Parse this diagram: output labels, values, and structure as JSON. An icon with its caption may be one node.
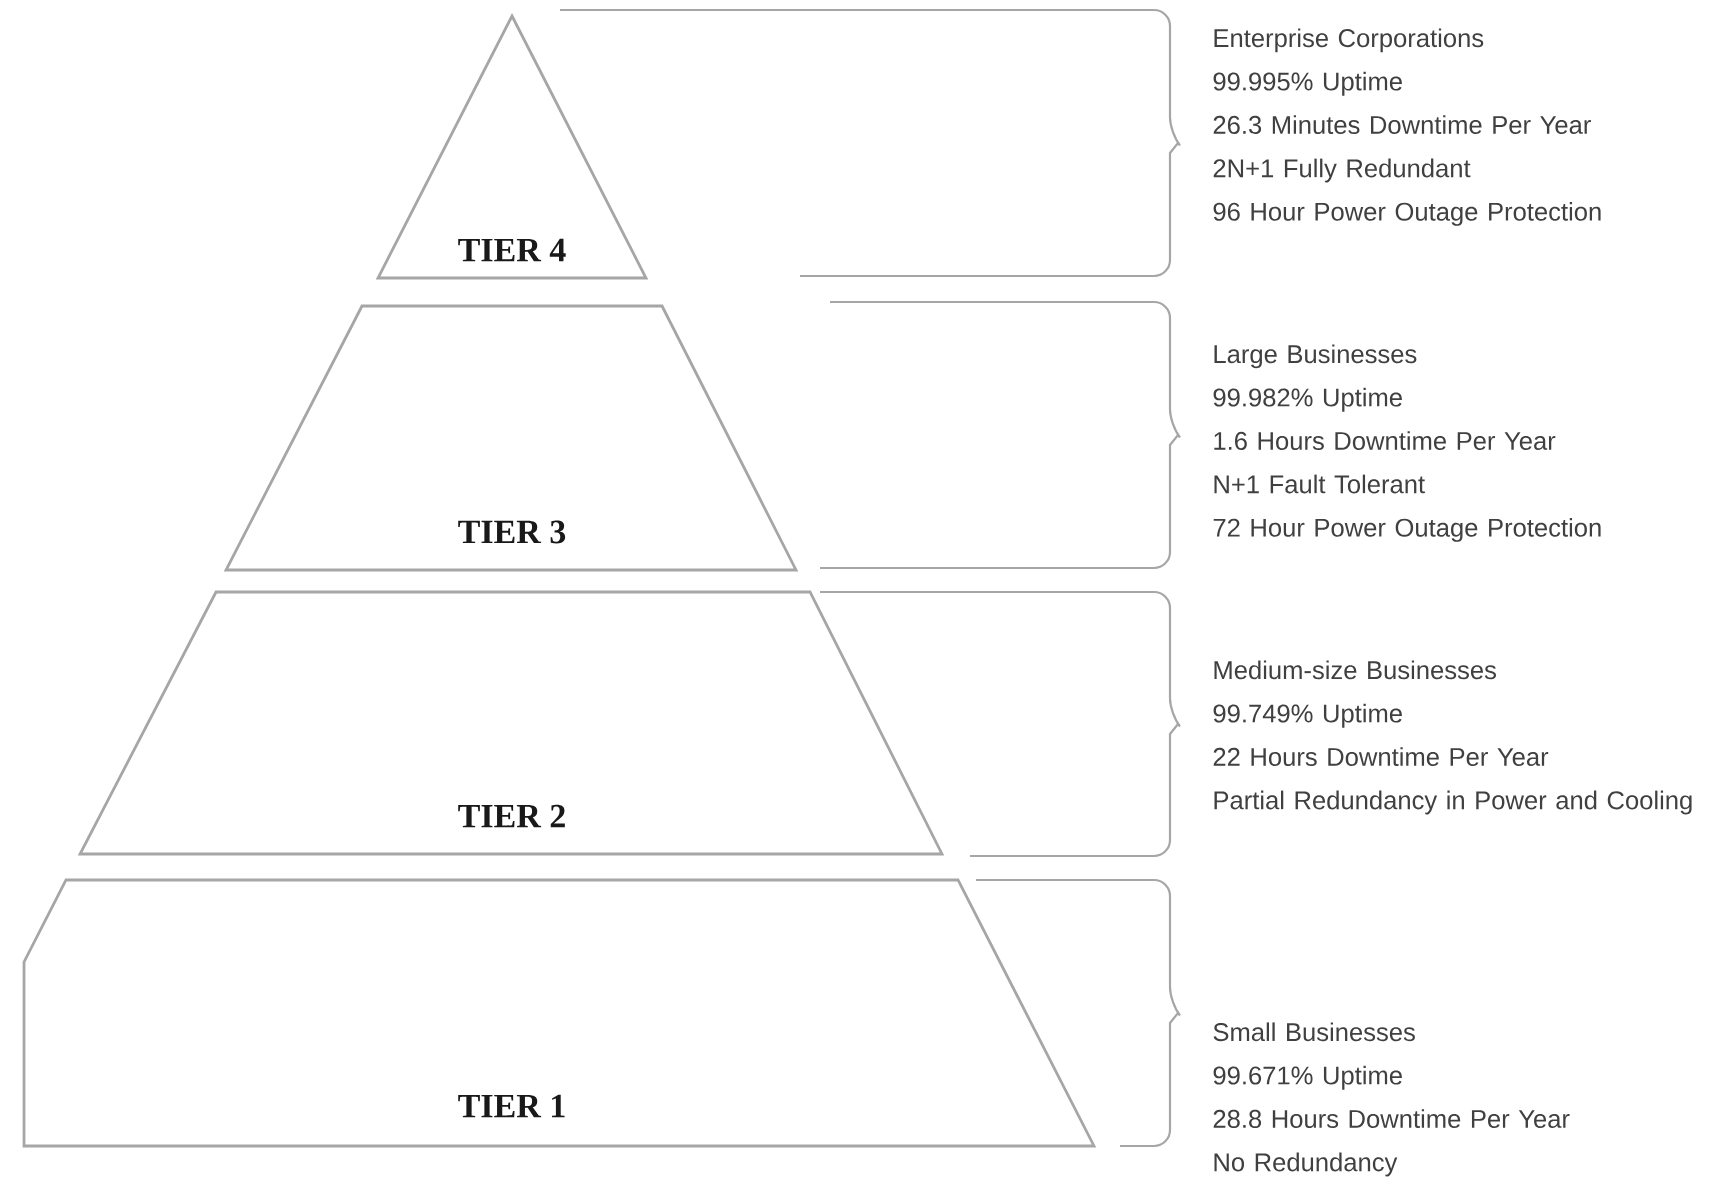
{
  "diagram": {
    "nodes": [
      {
        "text": [
          "TIER 4"
        ],
        "beside": [
          "Enterprise Corporations",
          "99.995% Uptime",
          "26.3 Minutes Downtime Per Year",
          "2N+1 Fully Redundant",
          "96 Hour Power Outage Protection"
        ]
      },
      {
        "text": [
          "TIER 3"
        ],
        "beside": [
          "Large Businesses",
          "99.982% Uptime",
          "1.6 Hours Downtime Per Year",
          "N+1 Fault Tolerant",
          "72 Hour Power Outage Protection"
        ]
      },
      {
        "text": [
          "TIER 2"
        ],
        "beside": [
          "Medium-size Businesses",
          "99.749% Uptime",
          "22 Hours Downtime Per Year",
          "Partial Redundancy in Power and Cooling"
        ]
      },
      {
        "text": [
          "TIER 1"
        ],
        "beside": [
          "Small Businesses",
          "99.671% Uptime",
          "28.8 Hours Downtime Per Year",
          "No Redundancy"
        ]
      }
    ]
  }
}
